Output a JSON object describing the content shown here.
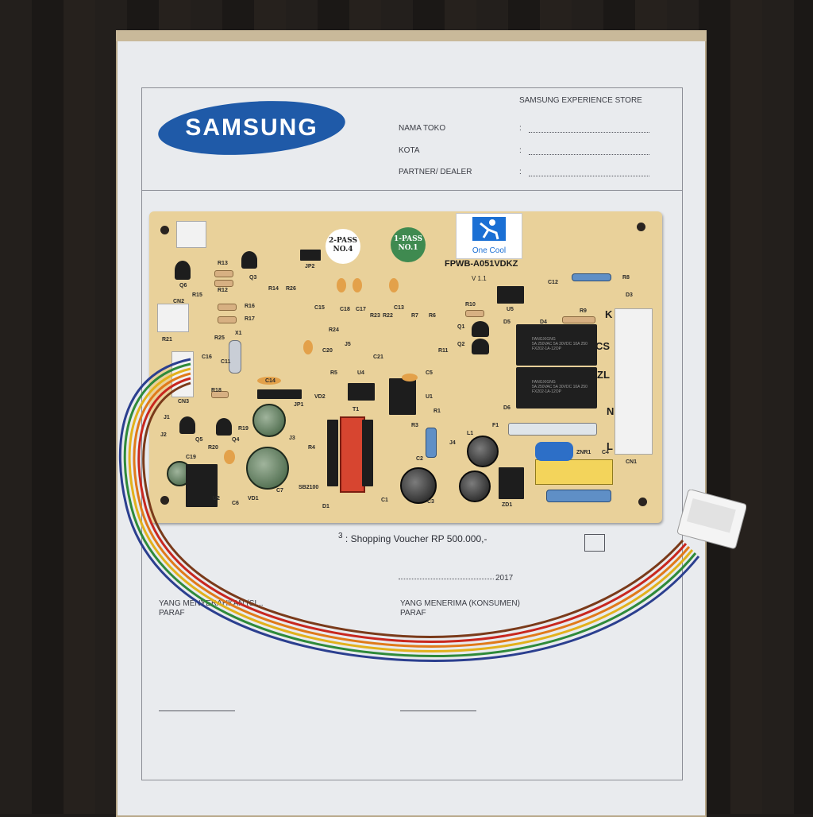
{
  "form": {
    "logo": "SAMSUNG",
    "store_title": "SAMSUNG EXPERIENCE STORE",
    "fields": [
      {
        "label": "NAMA TOKO",
        "colon": ":"
      },
      {
        "label": "KOTA",
        "colon": ":"
      },
      {
        "label": "PARTNER/ DEALER",
        "colon": ":"
      }
    ],
    "voucher_index": "3",
    "voucher_text": ": Shopping Voucher  RP 500.000,-",
    "year": "2017",
    "left_signer": {
      "role": "YANG MENYERAHKAN (SI...",
      "paraf": "PARAF"
    },
    "right_signer": {
      "role": "YANG MENERIMA (KONSUMEN)",
      "paraf": "PARAF"
    }
  },
  "pcb": {
    "model": "FPWB-A051VDKZ",
    "version": "V 1.1",
    "brand": "One Cool",
    "sticker_white": [
      "2-PASS",
      "NO.4"
    ],
    "sticker_green": [
      "1-PASS",
      "NO.1"
    ],
    "relay_brand": "FANGXIGNG",
    "relay_specs": "5A 250VAC  5A 30VDC 10A 250",
    "relay_model": "FX202-1A-12OP",
    "terminal_labels": [
      "K",
      "CS",
      "ZL",
      "N",
      "L"
    ],
    "labels": [
      "R13",
      "Q3",
      "R14",
      "R26",
      "JP2",
      "R12",
      "Q6",
      "R15",
      "R16",
      "R17",
      "CN2",
      "R21",
      "R25",
      "X1",
      "C11",
      "C16",
      "R18",
      "CN3",
      "J1",
      "Q5",
      "R20",
      "Q4",
      "C19",
      "U2",
      "C6",
      "VD1",
      "C12",
      "R8",
      "U5",
      "D3",
      "R9",
      "D4",
      "C15",
      "C18",
      "C17",
      "R23",
      "R22",
      "C13",
      "R7",
      "R6",
      "R24",
      "R10",
      "Q1",
      "Q2",
      "R11",
      "D5",
      "D6",
      "C20",
      "J5",
      "C21",
      "R5",
      "U4",
      "C14",
      "VD2",
      "JP1",
      "U1",
      "C5",
      "T1",
      "R1",
      "R3",
      "R4",
      "C7",
      "SB2100",
      "D1",
      "C2",
      "C1",
      "C3",
      "J4",
      "L1",
      "ZD1",
      "F1",
      "ZNR1",
      "C4",
      "CN1",
      "R19",
      "J3",
      "J2"
    ]
  },
  "colors": {
    "logo_blue": "#1f5aa8",
    "pcb": "#e9d19a",
    "paper": "#e9ebee",
    "cable": [
      "#2b3f8f",
      "#2e8a3a",
      "#e2b11c",
      "#e07a1a",
      "#c8271f",
      "#7a3a1a"
    ]
  }
}
